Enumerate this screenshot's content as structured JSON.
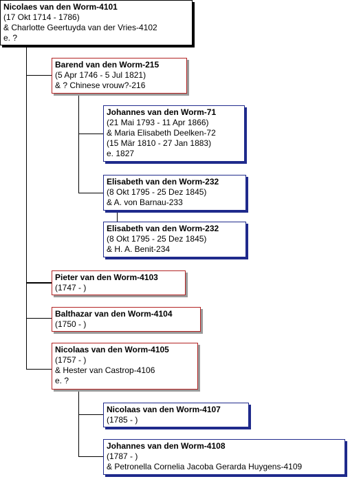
{
  "people": [
    {
      "id": "p4101",
      "name": "Nicolaes van den Worm-4101",
      "lines": [
        "(17 Okt 1714 - 1786)",
        "& Charlotte Geertuyda van der Vries-4102",
        "e. ?"
      ]
    },
    {
      "id": "p215",
      "name": "Barend van den Worm-215",
      "lines": [
        "(5 Apr 1746 - 5 Jul 1821)",
        "& ? Chinese vrouw?-216"
      ]
    },
    {
      "id": "p71",
      "name": "Johannes van den Worm-71",
      "lines": [
        "(21 Mai 1793 - 11 Apr 1866)",
        "& Maria Elisabeth Deelken-72",
        "(15 Mär 1810 - 27 Jan 1883)",
        "e. 1827"
      ]
    },
    {
      "id": "p232a",
      "name": "Elisabeth van den Worm-232",
      "lines": [
        "(8 Okt 1795 - 25 Dez 1845)",
        "& A. von Barnau-233"
      ]
    },
    {
      "id": "p232b",
      "name": "Elisabeth van den Worm-232",
      "lines": [
        "(8 Okt 1795 - 25 Dez 1845)",
        "& H. A. Benit-234"
      ]
    },
    {
      "id": "p4103",
      "name": "Pieter van den Worm-4103",
      "lines": [
        "(1747 - )"
      ]
    },
    {
      "id": "p4104",
      "name": "Balthazar van den Worm-4104",
      "lines": [
        "(1750 - )"
      ]
    },
    {
      "id": "p4105",
      "name": "Nicolaas van den Worm-4105",
      "lines": [
        "(1757 - )",
        "& Hester van Castrop-4106",
        "e. ?"
      ]
    },
    {
      "id": "p4107",
      "name": "Nicolaas van den Worm-4107",
      "lines": [
        "(1785 - )"
      ]
    },
    {
      "id": "p4108",
      "name": "Johannes van den Worm-4108",
      "lines": [
        "(1787 - )",
        "& Petronella Cornelia Jacoba Gerarda Huygens-4109"
      ]
    }
  ],
  "colors": {
    "root_border": "#000000",
    "child_border": "#b22222",
    "grandchild_border": "#1f2a8c"
  }
}
